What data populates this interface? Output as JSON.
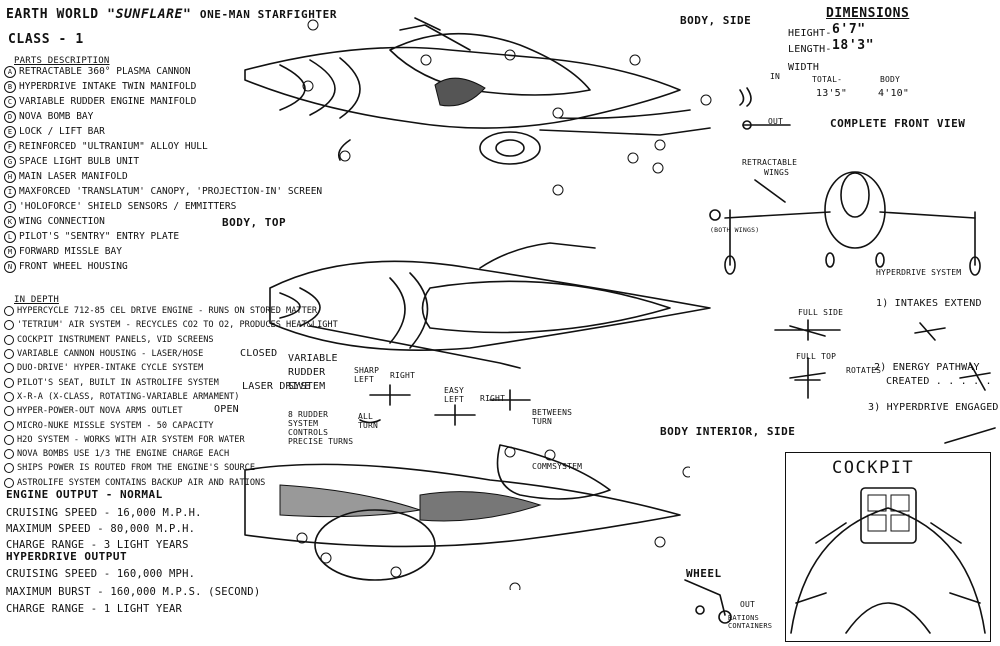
{
  "title": {
    "line1_prefix": "EARTH WORLD",
    "line1_name": "\"SUNFLARE\"",
    "line1_suffix": "ONE-MAN STARFIGHTER",
    "line2": "CLASS - 1"
  },
  "parts": {
    "heading": "PARTS DESCRIPTION",
    "items": [
      {
        "letter": "A",
        "text": "RETRACTABLE 360° PLASMA CANNON"
      },
      {
        "letter": "B",
        "text": "HYPERDRIVE INTAKE TWIN MANIFOLD"
      },
      {
        "letter": "C",
        "text": "VARIABLE RUDDER ENGINE MANIFOLD"
      },
      {
        "letter": "D",
        "text": "NOVA BOMB BAY"
      },
      {
        "letter": "E",
        "text": "LOCK / LIFT BAR"
      },
      {
        "letter": "F",
        "text": "REINFORCED \"ULTRANIUM\" ALLOY HULL"
      },
      {
        "letter": "G",
        "text": "SPACE LIGHT BULB UNIT"
      },
      {
        "letter": "H",
        "text": "MAIN LASER MANIFOLD"
      },
      {
        "letter": "I",
        "text": "MAXFORCED 'TRANSLATUM' CANOPY, 'PROJECTION-IN' SCREEN"
      },
      {
        "letter": "J",
        "text": "'HOLOFORCE' SHIELD SENSORS / EMMITTERS"
      },
      {
        "letter": "K",
        "text": "WING CONNECTION"
      },
      {
        "letter": "L",
        "text": "PILOT'S \"SENTRY\" ENTRY PLATE"
      },
      {
        "letter": "M",
        "text": "FORWARD MISSLE BAY"
      },
      {
        "letter": "N",
        "text": "FRONT WHEEL HOUSING"
      }
    ]
  },
  "in_depth": {
    "heading": "IN DEPTH",
    "items": [
      "HYPERCYCLE 712-85 CEL DRIVE ENGINE - RUNS ON STORED MATTER",
      "'TETRIUM' AIR SYSTEM - RECYCLES CO2 TO O2, PRODUCES HEAT&LIGHT",
      "COCKPIT INSTRUMENT PANELS, VID SCREENS",
      "VARIABLE CANNON HOUSING - LASER/HOSE",
      "DUO-DRIVE' HYPER-INTAKE CYCLE SYSTEM",
      "PILOT'S SEAT, BUILT IN ASTROLIFE SYSTEM",
      "X-R-A (X-CLASS, ROTATING-VARIABLE ARMAMENT)",
      "HYPER-POWER-OUT NOVA ARMS OUTLET",
      "MICRO-NUKE MISSLE SYSTEM - 50 CAPACITY",
      "H2O SYSTEM - WORKS WITH AIR SYSTEM FOR WATER",
      "NOVA BOMBS USE 1/3 THE ENGINE CHARGE EACH",
      "SHIPS POWER IS ROUTED FROM THE ENGINE'S SOURCE",
      "ASTROLIFE SYSTEM CONTAINS BACKUP AIR AND RATIONS"
    ]
  },
  "engine": {
    "heading": "ENGINE OUTPUT - NORMAL",
    "rows": [
      "CRUISING SPEED - 16,000 M.P.H.",
      "MAXIMUM SPEED - 80,000 M.P.H.",
      "CHARGE RANGE - 3 LIGHT YEARS"
    ]
  },
  "hyperdrive": {
    "heading": "HYPERDRIVE OUTPUT",
    "rows": [
      "CRUISING SPEED - 160,000 MPH.",
      "MAXIMUM BURST - 160,000 M.P.S. (SECOND)",
      "CHARGE RANGE - 1 LIGHT YEAR"
    ]
  },
  "labels": {
    "body_side": "BODY, SIDE",
    "body_top": "BODY, TOP",
    "body_interior": "BODY INTERIOR, SIDE",
    "dimensions": "DIMENSIONS",
    "height_label": "HEIGHT-",
    "height_val": "6'7\"",
    "length_label": "LENGTH-",
    "length_val": "18'3\"",
    "width_label": "WIDTH",
    "in": "IN",
    "out": "OUT",
    "total": "TOTAL-",
    "total_val": "13'5\"",
    "body": "BODY",
    "body_val": "4'10\"",
    "front_view": "COMPLETE FRONT VIEW",
    "retractable": "RETRACTABLE",
    "wings": "WINGS",
    "both_wings": "(BOTH WINGS)",
    "hyperdrive_system": "HYPERDRIVE SYSTEM",
    "full_side": "FULL SIDE",
    "full_top": "FULL TOP",
    "rotates": "ROTATES",
    "step1": "1) INTAKES EXTEND",
    "step2a": "2) ENERGY PATHWAY",
    "step2b": "CREATED . . . . .",
    "step3": "3) HYPERDRIVE ENGAGED",
    "closed": "CLOSED",
    "open": "OPEN",
    "laser_drive": "LASER DRIVE",
    "rudder_title": "VARIABLE RUDDER SYSTEM",
    "rudder_note": "8 RUDDER SYSTEM CONTROLS PRECISE TURNS",
    "sharp_left": "SHARP LEFT",
    "right": "RIGHT",
    "easy_left": "EASY LEFT",
    "all_turn": "ALL TURN",
    "between_turn": "BETWEENS TURN",
    "comm": "COMMSYSTEM",
    "wheel": "WHEEL",
    "rations": "RATIONS CONTAINERS",
    "cockpit": "COCKPIT"
  }
}
